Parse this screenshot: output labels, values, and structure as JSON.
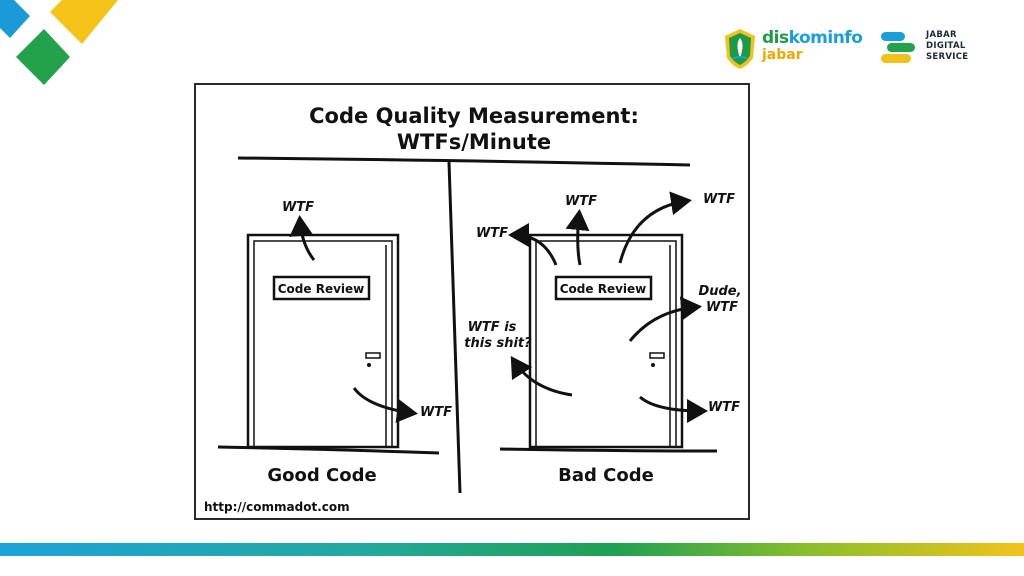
{
  "logos": {
    "diskominfo": {
      "part1": "dis",
      "part2": "kominf",
      "part3": "o",
      "line2": "jabar"
    },
    "jds": {
      "line1": "JABAR",
      "line2": "DIGITAL",
      "line3": "SERVICE"
    }
  },
  "comic": {
    "title_line1": "Code Quality Measurement:",
    "title_line2": "WTFs/Minute",
    "good": {
      "sign": "Code Review",
      "caption": "Good Code",
      "wtf_top": "WTF",
      "wtf_bottom": "WTF"
    },
    "bad": {
      "sign": "Code Review",
      "caption": "Bad Code",
      "wtf_left": "WTF",
      "wtf_top": "WTF",
      "wtf_top_right": "WTF",
      "dude_line1": "Dude,",
      "dude_line2": "WTF",
      "shit_line1": "WTF is",
      "shit_line2": "this shit?",
      "wtf_bottom_right": "WTF"
    },
    "url": "http://commadot.com"
  },
  "colors": {
    "deco_blue": "#1a9bd7",
    "deco_green": "#22a24a",
    "deco_yellow": "#f5c318",
    "brand_green": "#1f9a45",
    "brand_blue": "#1aa0d8",
    "brand_yellow": "#f0a800"
  }
}
